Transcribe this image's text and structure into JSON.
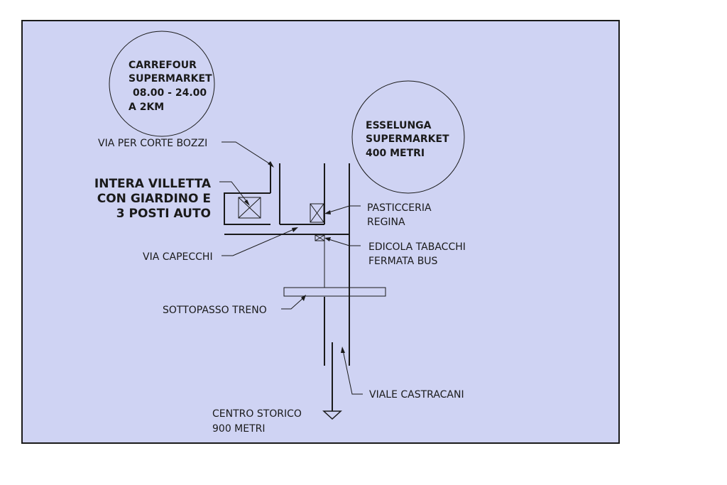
{
  "map": {
    "background_color": "#cfd3f3",
    "carrefour": {
      "line1": "CARREFOUR",
      "line2": "SUPERMARKET",
      "line3": "08.00 - 24.00",
      "line4": "A 2KM"
    },
    "esselunga": {
      "line1": "ESSELUNGA",
      "line2": "SUPERMARKET",
      "line3": "400 METRI"
    },
    "villetta": {
      "line1": "INTERA VILLETTA",
      "line2": "CON GIARDINO E",
      "line3": "3 POSTI AUTO"
    },
    "labels": {
      "via_per_corte_bozzi": "VIA PER CORTE BOZZI",
      "via_capecchi": "VIA CAPECCHI",
      "sottopasso_treno": "SOTTOPASSO TRENO",
      "pasticceria_line1": "PASTICCERIA",
      "pasticceria_line2": "REGINA",
      "edicola_line1": "EDICOLA TABACCHI",
      "edicola_line2": "FERMATA BUS",
      "viale_castracani": "VIALE CASTRACANI",
      "centro_line1": "CENTRO STORICO",
      "centro_line2": "900 METRI"
    }
  }
}
